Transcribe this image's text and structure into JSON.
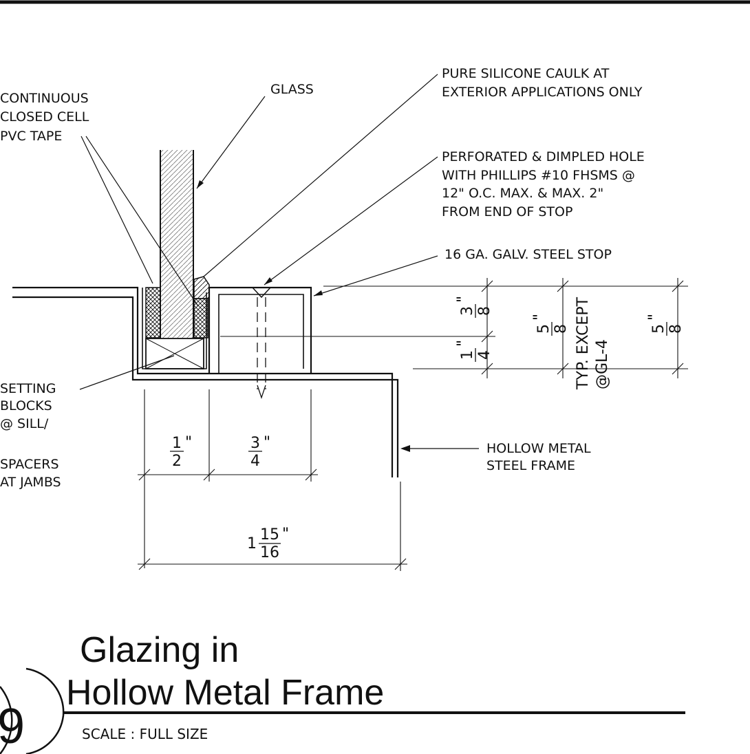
{
  "notes": {
    "tape": [
      "CONTINUOUS",
      "CLOSED CELL",
      "PVC TAPE"
    ],
    "glass": "GLASS",
    "caulk": [
      "PURE SILICONE CAULK AT",
      "EXTERIOR APPLICATIONS ONLY"
    ],
    "screw": [
      "PERFORATED & DIMPLED HOLE",
      "WITH PHILLIPS #10 FHSMS @",
      "12\" O.C. MAX. & MAX. 2\"",
      "FROM END OF STOP"
    ],
    "stop": "16 GA. GALV. STEEL STOP",
    "blocks": [
      "SETTING",
      "BLOCKS",
      "@ SILL/",
      "",
      "SPACERS",
      "AT JAMBS"
    ],
    "frame": [
      "HOLLOW METAL",
      "STEEL FRAME"
    ]
  },
  "dimensions": {
    "stop_top": {
      "num": "3",
      "den": "8",
      "unit": "\""
    },
    "stop_low": {
      "num": "1",
      "den": "4",
      "unit": "\""
    },
    "stop_total": {
      "num": "5",
      "den": "8",
      "unit": "\""
    },
    "right_total": {
      "num": "5",
      "den": "8",
      "unit": "\""
    },
    "typ_except": [
      "TYP. EXCEPT",
      "@GL-4"
    ],
    "half": {
      "num": "1",
      "den": "2",
      "unit": "\""
    },
    "three_quarter": {
      "num": "3",
      "den": "4",
      "unit": "\""
    },
    "overall": {
      "whole": "1",
      "num": "15",
      "den": "16",
      "unit": "\""
    }
  },
  "title_block": {
    "number": "9",
    "title_line1": "Glazing in",
    "title_line2": "Hollow Metal Frame",
    "scale": "SCALE : FULL SIZE"
  }
}
